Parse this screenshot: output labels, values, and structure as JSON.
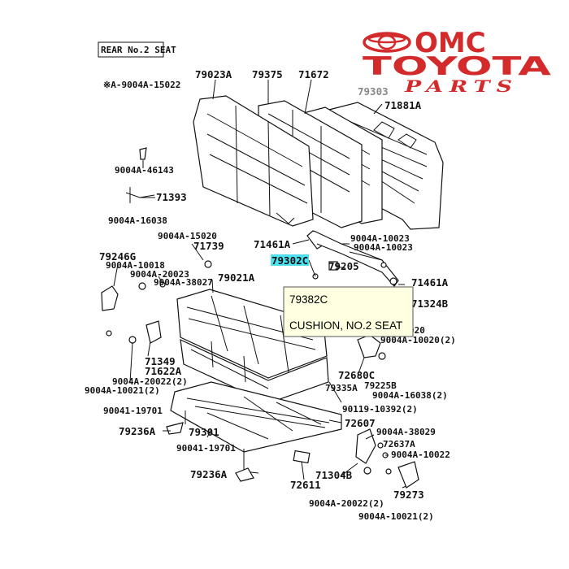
{
  "header": {
    "box_label": "REAR No.2 SEAT"
  },
  "logo": {
    "line1": "OMC",
    "line2": "TOYOTA",
    "line3": "PARTS",
    "color": "#d32b2b"
  },
  "highlight_color": "#4fe0f0",
  "labels": [
    {
      "id": "note",
      "text": "※A-9004A-15022"
    },
    {
      "id": "p79023A",
      "text": "79023A"
    },
    {
      "id": "p79375",
      "text": "79375"
    },
    {
      "id": "p71672",
      "text": "71672"
    },
    {
      "id": "p79303",
      "text": "79303"
    },
    {
      "id": "p71881A",
      "text": "71881A"
    },
    {
      "id": "p46143",
      "text": "9004A-46143"
    },
    {
      "id": "p71393",
      "text": "71393"
    },
    {
      "id": "p16038a",
      "text": "9004A-16038"
    },
    {
      "id": "p15020",
      "text": "9004A-15020"
    },
    {
      "id": "p71739",
      "text": "71739"
    },
    {
      "id": "p71461Aa",
      "text": "71461A"
    },
    {
      "id": "p10023a",
      "text": "9004A-10023"
    },
    {
      "id": "p10023b",
      "text": "9004A-10023"
    },
    {
      "id": "p79246G",
      "text": "79246G"
    },
    {
      "id": "p10018",
      "text": "9004A-10018"
    },
    {
      "id": "p79302C",
      "text": "79302C",
      "highlight": true
    },
    {
      "id": "p79205",
      "text": "79205"
    },
    {
      "id": "p20023",
      "text": "9004A-20023"
    },
    {
      "id": "p38027",
      "text": "9004A-38027"
    },
    {
      "id": "p79021A",
      "text": "79021A"
    },
    {
      "id": "p71461Ab",
      "text": "71461A"
    },
    {
      "id": "p71324B",
      "text": "71324B"
    },
    {
      "id": "p020",
      "text": "020"
    },
    {
      "id": "p10020",
      "text": "9004A-10020(2)"
    },
    {
      "id": "p71349",
      "text": "71349"
    },
    {
      "id": "p71622A",
      "text": "71622A"
    },
    {
      "id": "p20022a",
      "text": "9004A-20022(2)"
    },
    {
      "id": "p10021a",
      "text": "9004A-10021(2)"
    },
    {
      "id": "p72680C",
      "text": "72680C"
    },
    {
      "id": "p79335A",
      "text": "79335A"
    },
    {
      "id": "p79225B",
      "text": "79225B"
    },
    {
      "id": "p16038b",
      "text": "9004A-16038(2)"
    },
    {
      "id": "p19701a",
      "text": "90041-19701"
    },
    {
      "id": "p10392",
      "text": "90119-10392(2)"
    },
    {
      "id": "p72607",
      "text": "72607"
    },
    {
      "id": "p79236Aa",
      "text": "79236A"
    },
    {
      "id": "p79301",
      "text": "79301"
    },
    {
      "id": "p38029",
      "text": "9004A-38029"
    },
    {
      "id": "p72637A",
      "text": "72637A"
    },
    {
      "id": "p19701b",
      "text": "90041-19701"
    },
    {
      "id": "p10022",
      "text": "9004A-10022"
    },
    {
      "id": "p79236Ab",
      "text": "79236A"
    },
    {
      "id": "p71304B",
      "text": "71304B"
    },
    {
      "id": "p72611",
      "text": "72611"
    },
    {
      "id": "p79273",
      "text": "79273"
    },
    {
      "id": "p20022b",
      "text": "9004A-20022(2)"
    },
    {
      "id": "p10021b",
      "text": "9004A-10021(2)"
    }
  ],
  "tooltip": {
    "part_no": "79382C",
    "description": "CUSHION, NO.2 SEAT"
  }
}
